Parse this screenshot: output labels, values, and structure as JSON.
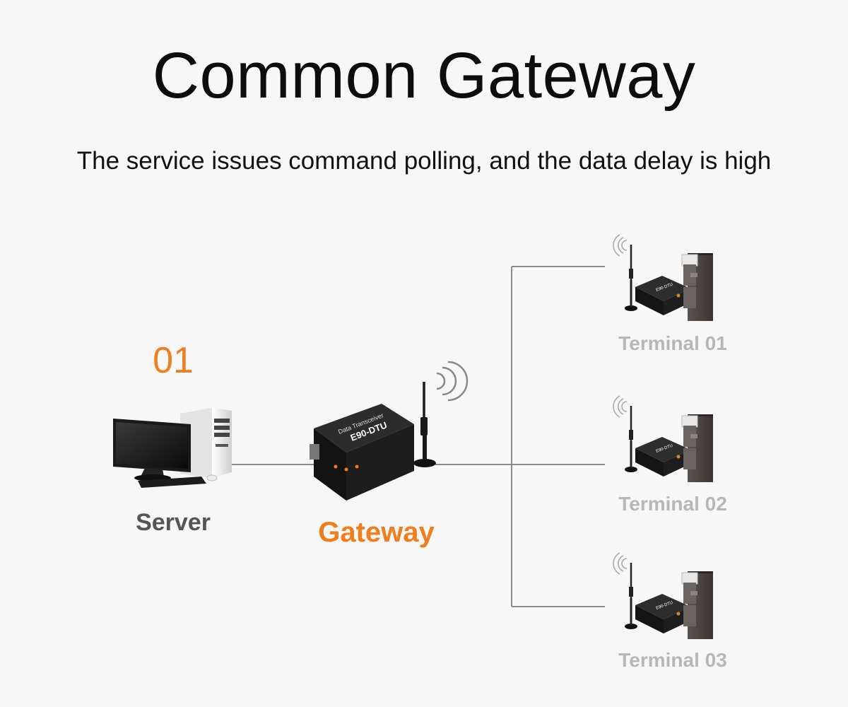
{
  "header": {
    "title": "Common Gateway",
    "subtitle": "The service issues command polling, and the data delay is high"
  },
  "diagram": {
    "step_number": "01",
    "server": {
      "label": "Server"
    },
    "gateway": {
      "label": "Gateway",
      "device_brand": "E90-DTU",
      "device_caption": "Data Transceiver"
    },
    "terminals": [
      {
        "label": "Terminal 01"
      },
      {
        "label": "Terminal 02"
      },
      {
        "label": "Terminal 03"
      }
    ]
  },
  "colors": {
    "accent": "#f07d1e",
    "title": "#0d0d0d",
    "server_label": "#555555",
    "terminal_label": "#b7b7b7",
    "connector": "#8a8a8a",
    "background": "#f7f7f7"
  }
}
